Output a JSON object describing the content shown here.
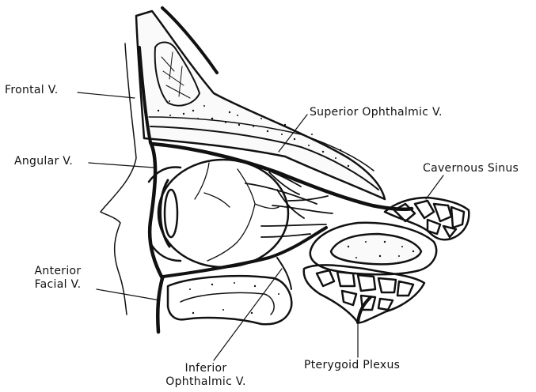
{
  "labels": {
    "frontal_v": "Frontal V.",
    "superior_ophthalmic_v": "Superior Ophthalmic V.",
    "angular_v": "Angular V.",
    "cavernous_sinus": "Cavernous Sinus",
    "anterior_facial_v_line1": "Anterior",
    "anterior_facial_v_line2": "Facial V.",
    "inferior_ophthalmic_v_line1": "Inferior",
    "inferior_ophthalmic_v_line2": "Ophthalmic V.",
    "pterygoid_plexus": "Pterygoid Plexus"
  },
  "colors": {
    "ink": "#111111",
    "paper": "#ffffff"
  }
}
